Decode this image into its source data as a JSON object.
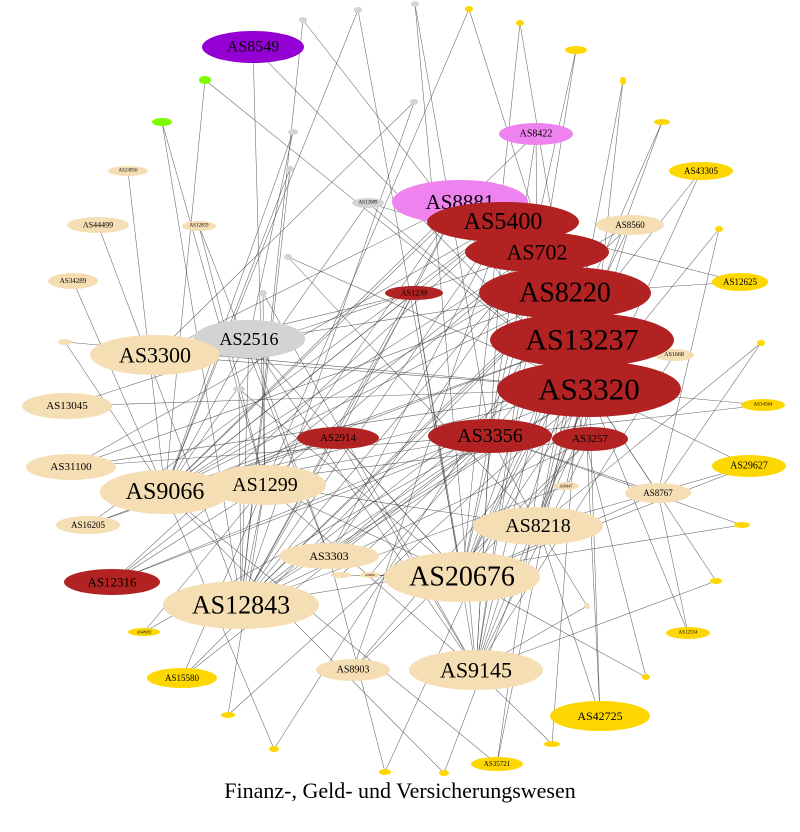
{
  "caption": "Finanz-, Geld- und Versicherungswesen",
  "colors": {
    "red": "#b22222",
    "tan": "#f5deb3",
    "gold": "#ffd700",
    "grey": "#d3d3d3",
    "pink": "#ee82ee",
    "purple": "#9400d3",
    "green": "#7cfc00"
  },
  "nodes": [
    {
      "id": "AS8549",
      "label": "AS8549",
      "color": "purple"
    },
    {
      "id": "AS8422",
      "label": "AS8422",
      "color": "pink"
    },
    {
      "id": "AS8881",
      "label": "AS8881",
      "color": "pink"
    },
    {
      "id": "AS5400",
      "label": "AS5400",
      "color": "red"
    },
    {
      "id": "AS702",
      "label": "AS702",
      "color": "red"
    },
    {
      "id": "AS8220",
      "label": "AS8220",
      "color": "red"
    },
    {
      "id": "AS13237",
      "label": "AS13237",
      "color": "red"
    },
    {
      "id": "AS3320",
      "label": "AS3320",
      "color": "red"
    },
    {
      "id": "AS1239",
      "label": "AS1239",
      "color": "red"
    },
    {
      "id": "AS2914",
      "label": "AS2914",
      "color": "red"
    },
    {
      "id": "AS3356",
      "label": "AS3356",
      "color": "red"
    },
    {
      "id": "AS3257",
      "label": "AS3257",
      "color": "red"
    },
    {
      "id": "AS12316",
      "label": "AS12316",
      "color": "red"
    },
    {
      "id": "AS2516",
      "label": "AS2516",
      "color": "grey"
    },
    {
      "id": "AS12089",
      "label": "AS12089",
      "color": "grey"
    },
    {
      "id": "AS3300",
      "label": "AS3300",
      "color": "tan"
    },
    {
      "id": "AS9066",
      "label": "AS9066",
      "color": "tan"
    },
    {
      "id": "AS1299",
      "label": "AS1299",
      "color": "tan"
    },
    {
      "id": "AS12843",
      "label": "AS12843",
      "color": "tan"
    },
    {
      "id": "AS20676",
      "label": "AS20676",
      "color": "tan"
    },
    {
      "id": "AS9145",
      "label": "AS9145",
      "color": "tan"
    },
    {
      "id": "AS8218",
      "label": "AS8218",
      "color": "tan"
    },
    {
      "id": "AS3303",
      "label": "AS3303",
      "color": "tan"
    },
    {
      "id": "AS8903",
      "label": "AS8903",
      "color": "tan"
    },
    {
      "id": "AS13045",
      "label": "AS13045",
      "color": "tan"
    },
    {
      "id": "AS31100",
      "label": "AS31100",
      "color": "tan"
    },
    {
      "id": "AS16205",
      "label": "AS16205",
      "color": "tan"
    },
    {
      "id": "AS34289",
      "label": "AS34289",
      "color": "tan"
    },
    {
      "id": "AS44499",
      "label": "AS44499",
      "color": "tan"
    },
    {
      "id": "AS24956",
      "label": "AS24956",
      "color": "tan"
    },
    {
      "id": "AS12859",
      "label": "AS12859",
      "color": "tan"
    },
    {
      "id": "AS8560",
      "label": "AS8560",
      "color": "tan"
    },
    {
      "id": "AS1668",
      "label": "AS1668",
      "color": "tan"
    },
    {
      "id": "AS8767",
      "label": "AS8767",
      "color": "tan"
    },
    {
      "id": "AS8447",
      "label": "AS8447",
      "color": "tan"
    },
    {
      "id": "AS6830",
      "label": "AS6830",
      "color": "tan"
    },
    {
      "id": "AS43305",
      "label": "AS43305",
      "color": "gold"
    },
    {
      "id": "AS12625",
      "label": "AS12625",
      "color": "gold"
    },
    {
      "id": "AS29627",
      "label": "AS29627",
      "color": "gold"
    },
    {
      "id": "AS42725",
      "label": "AS42725",
      "color": "gold"
    },
    {
      "id": "AS15580",
      "label": "AS15580",
      "color": "gold"
    },
    {
      "id": "AS35721",
      "label": "AS35721",
      "color": "gold"
    },
    {
      "id": "AS34564",
      "label": "AS34564",
      "color": "gold"
    },
    {
      "id": "AS12554",
      "label": "AS12554",
      "color": "gold"
    },
    {
      "id": "AS48082",
      "label": "AS48082",
      "color": "gold"
    },
    {
      "id": "g1",
      "label": "",
      "color": "gold"
    },
    {
      "id": "g2",
      "label": "",
      "color": "gold"
    },
    {
      "id": "g3",
      "label": "",
      "color": "gold"
    },
    {
      "id": "g4",
      "label": "",
      "color": "gold"
    },
    {
      "id": "g5",
      "label": "",
      "color": "gold"
    },
    {
      "id": "g6",
      "label": "",
      "color": "gold"
    },
    {
      "id": "g7",
      "label": "",
      "color": "gold"
    },
    {
      "id": "g8",
      "label": "",
      "color": "gold"
    },
    {
      "id": "g9",
      "label": "",
      "color": "gold"
    },
    {
      "id": "g10",
      "label": "",
      "color": "gold"
    },
    {
      "id": "g11",
      "label": "",
      "color": "gold"
    },
    {
      "id": "g12",
      "label": "",
      "color": "gold"
    },
    {
      "id": "g13",
      "label": "",
      "color": "gold"
    },
    {
      "id": "g14",
      "label": "",
      "color": "gold"
    },
    {
      "id": "g15",
      "label": "",
      "color": "gold"
    },
    {
      "id": "gr1",
      "label": "",
      "color": "grey"
    },
    {
      "id": "gr2",
      "label": "",
      "color": "grey"
    },
    {
      "id": "gr3",
      "label": "",
      "color": "grey"
    },
    {
      "id": "gr4",
      "label": "",
      "color": "grey"
    },
    {
      "id": "gr5",
      "label": "",
      "color": "grey"
    },
    {
      "id": "gr6",
      "label": "",
      "color": "grey"
    },
    {
      "id": "gr7",
      "label": "",
      "color": "grey"
    },
    {
      "id": "gr8",
      "label": "",
      "color": "grey"
    },
    {
      "id": "gr9",
      "label": "",
      "color": "grey"
    },
    {
      "id": "gn1",
      "label": "",
      "color": "green"
    },
    {
      "id": "gn2",
      "label": "",
      "color": "green"
    },
    {
      "id": "t1",
      "label": "",
      "color": "tan"
    },
    {
      "id": "t2",
      "label": "",
      "color": "tan"
    },
    {
      "id": "t3",
      "label": "",
      "color": "tan"
    }
  ],
  "edges": [
    [
      "AS8549",
      "AS3320"
    ],
    [
      "AS8549",
      "AS1299"
    ],
    [
      "AS8422",
      "AS3356"
    ],
    [
      "AS8422",
      "AS702"
    ],
    [
      "AS8422",
      "AS9066"
    ],
    [
      "AS8881",
      "AS3320"
    ],
    [
      "AS8881",
      "AS1299"
    ],
    [
      "AS8881",
      "AS12843"
    ],
    [
      "AS8881",
      "AS9066"
    ],
    [
      "AS8881",
      "AS3300"
    ],
    [
      "AS8881",
      "AS2914"
    ],
    [
      "AS5400",
      "AS12843"
    ],
    [
      "AS5400",
      "AS9066"
    ],
    [
      "AS5400",
      "AS3303"
    ],
    [
      "AS5400",
      "AS12316"
    ],
    [
      "AS5400",
      "AS16205"
    ],
    [
      "AS5400",
      "AS31100"
    ],
    [
      "AS5400",
      "AS9145"
    ],
    [
      "AS5400",
      "AS8903"
    ],
    [
      "AS702",
      "AS12843"
    ],
    [
      "AS702",
      "AS9066"
    ],
    [
      "AS702",
      "AS1299"
    ],
    [
      "AS702",
      "AS20676"
    ],
    [
      "AS702",
      "AS13045"
    ],
    [
      "AS702",
      "AS3303"
    ],
    [
      "AS702",
      "AS12316"
    ],
    [
      "AS702",
      "AS9145"
    ],
    [
      "AS8220",
      "AS12843"
    ],
    [
      "AS8220",
      "AS9066"
    ],
    [
      "AS8220",
      "AS20676"
    ],
    [
      "AS8220",
      "AS3300"
    ],
    [
      "AS8220",
      "AS31100"
    ],
    [
      "AS8220",
      "AS15580"
    ],
    [
      "AS8220",
      "AS12625"
    ],
    [
      "AS8220",
      "AS9145"
    ],
    [
      "AS13237",
      "AS12843"
    ],
    [
      "AS13237",
      "AS9066"
    ],
    [
      "AS13237",
      "AS20676"
    ],
    [
      "AS13237",
      "AS16205"
    ],
    [
      "AS13237",
      "AS3303"
    ],
    [
      "AS13237",
      "AS9145"
    ],
    [
      "AS13237",
      "AS8218"
    ],
    [
      "AS13237",
      "AS35721"
    ],
    [
      "AS3320",
      "AS12843"
    ],
    [
      "AS3320",
      "AS9066"
    ],
    [
      "AS3320",
      "AS20676"
    ],
    [
      "AS3320",
      "AS9145"
    ],
    [
      "AS3320",
      "AS8218"
    ],
    [
      "AS3320",
      "AS3300"
    ],
    [
      "AS3320",
      "AS13045"
    ],
    [
      "AS3320",
      "AS31100"
    ],
    [
      "AS3320",
      "AS12316"
    ],
    [
      "AS3320",
      "AS3303"
    ],
    [
      "AS3320",
      "AS8903"
    ],
    [
      "AS3320",
      "AS29627"
    ],
    [
      "AS3320",
      "AS42725"
    ],
    [
      "AS3320",
      "AS34564"
    ],
    [
      "AS1239",
      "AS9066"
    ],
    [
      "AS1239",
      "AS12843"
    ],
    [
      "AS1239",
      "AS3300"
    ],
    [
      "AS1239",
      "AS20676"
    ],
    [
      "AS1239",
      "AS9145"
    ],
    [
      "AS2914",
      "AS12843"
    ],
    [
      "AS2914",
      "AS9066"
    ],
    [
      "AS2914",
      "AS20676"
    ],
    [
      "AS2914",
      "AS9145"
    ],
    [
      "AS2914",
      "AS16205"
    ],
    [
      "AS3356",
      "AS12843"
    ],
    [
      "AS3356",
      "AS9066"
    ],
    [
      "AS3356",
      "AS20676"
    ],
    [
      "AS3356",
      "AS9145"
    ],
    [
      "AS3356",
      "AS8218"
    ],
    [
      "AS3356",
      "AS12316"
    ],
    [
      "AS3356",
      "AS3303"
    ],
    [
      "AS3356",
      "AS31100"
    ],
    [
      "AS3257",
      "AS12843"
    ],
    [
      "AS3257",
      "AS20676"
    ],
    [
      "AS3257",
      "AS9145"
    ],
    [
      "AS3257",
      "AS9066"
    ],
    [
      "AS3257",
      "AS8903"
    ],
    [
      "AS1299",
      "AS12843"
    ],
    [
      "AS1299",
      "AS20676"
    ],
    [
      "AS1299",
      "AS9145"
    ],
    [
      "AS1299",
      "AS8218"
    ],
    [
      "AS1299",
      "AS12316"
    ],
    [
      "AS2516",
      "AS12843"
    ],
    [
      "AS2516",
      "AS9066"
    ],
    [
      "AS2516",
      "AS20676"
    ],
    [
      "AS2516",
      "AS3300"
    ],
    [
      "AS2516",
      "AS3303"
    ],
    [
      "AS2516",
      "AS9145"
    ],
    [
      "AS24956",
      "AS9066"
    ],
    [
      "AS44499",
      "AS12843"
    ],
    [
      "AS34289",
      "AS9066"
    ],
    [
      "AS12859",
      "AS1299"
    ],
    [
      "AS12859",
      "AS3303"
    ],
    [
      "AS8560",
      "AS12843"
    ],
    [
      "AS8560",
      "AS20676"
    ],
    [
      "AS8560",
      "AS8218"
    ],
    [
      "AS8560",
      "AS9066"
    ],
    [
      "AS43305",
      "AS3356"
    ],
    [
      "AS43305",
      "AS8218"
    ],
    [
      "AS12625",
      "AS5400"
    ],
    [
      "AS29627",
      "AS8218"
    ],
    [
      "AS29627",
      "AS20676"
    ],
    [
      "AS42725",
      "AS8218"
    ],
    [
      "AS42725",
      "AS13237"
    ],
    [
      "AS15580",
      "AS3356"
    ],
    [
      "AS15580",
      "AS1299"
    ],
    [
      "AS35721",
      "AS8220"
    ],
    [
      "AS35721",
      "AS9066"
    ],
    [
      "AS34564",
      "AS3356"
    ],
    [
      "AS12554",
      "AS3320"
    ],
    [
      "AS12554",
      "AS8767"
    ],
    [
      "AS48082",
      "AS1299"
    ],
    [
      "AS48082",
      "AS3356"
    ],
    [
      "AS12089",
      "AS3320"
    ],
    [
      "AS12089",
      "AS702"
    ],
    [
      "AS12089",
      "AS9066"
    ],
    [
      "AS1668",
      "AS8220"
    ],
    [
      "AS1668",
      "AS9145"
    ],
    [
      "AS8767",
      "AS3320"
    ],
    [
      "AS8767",
      "AS20676"
    ],
    [
      "AS8767",
      "AS3356"
    ],
    [
      "AS8447",
      "AS3320"
    ],
    [
      "AS8447",
      "AS12843"
    ],
    [
      "AS6830",
      "AS3356"
    ],
    [
      "AS6830",
      "AS20676"
    ],
    [
      "g1",
      "AS3320"
    ],
    [
      "g1",
      "AS1299"
    ],
    [
      "g2",
      "AS8220"
    ],
    [
      "g2",
      "AS20676"
    ],
    [
      "g3",
      "AS3356"
    ],
    [
      "g3",
      "AS9145"
    ],
    [
      "g4",
      "AS8218"
    ],
    [
      "g4",
      "AS3320"
    ],
    [
      "g5",
      "AS13237"
    ],
    [
      "g5",
      "AS20676"
    ],
    [
      "g6",
      "AS3320"
    ],
    [
      "g6",
      "AS8767"
    ],
    [
      "g7",
      "AS8218"
    ],
    [
      "g7",
      "AS8767"
    ],
    [
      "g8",
      "AS12843"
    ],
    [
      "g8",
      "AS3356"
    ],
    [
      "g9",
      "AS9145"
    ],
    [
      "g9",
      "AS3320"
    ],
    [
      "g10",
      "AS20676"
    ],
    [
      "g10",
      "AS702"
    ],
    [
      "g11",
      "AS9145"
    ],
    [
      "g11",
      "AS13237"
    ],
    [
      "g12",
      "AS3320"
    ],
    [
      "g12",
      "AS9066"
    ],
    [
      "g13",
      "AS13237"
    ],
    [
      "g13",
      "AS3303"
    ],
    [
      "g14",
      "AS8220"
    ],
    [
      "g14",
      "AS9066"
    ],
    [
      "g15",
      "AS3320"
    ],
    [
      "g15",
      "AS1299"
    ],
    [
      "gr1",
      "AS3320"
    ],
    [
      "gr1",
      "AS12843"
    ],
    [
      "gr2",
      "AS9066"
    ],
    [
      "gr2",
      "AS20676"
    ],
    [
      "gr3",
      "AS9145"
    ],
    [
      "gr3",
      "AS3356"
    ],
    [
      "gr4",
      "AS12843"
    ],
    [
      "gr4",
      "AS3300"
    ],
    [
      "gr5",
      "AS2516"
    ],
    [
      "gr5",
      "AS9066"
    ],
    [
      "gr6",
      "AS12843"
    ],
    [
      "gr6",
      "AS9066"
    ],
    [
      "gr7",
      "AS8218"
    ],
    [
      "gr7",
      "AS3320"
    ],
    [
      "gr8",
      "AS9145"
    ],
    [
      "gr8",
      "AS1299"
    ],
    [
      "gr9",
      "AS20676"
    ],
    [
      "gr9",
      "AS12843"
    ],
    [
      "gn1",
      "AS3320"
    ],
    [
      "gn1",
      "AS9066"
    ],
    [
      "gn2",
      "AS12843"
    ],
    [
      "gn2",
      "AS1299"
    ],
    [
      "t1",
      "AS9066"
    ],
    [
      "t1",
      "AS3320"
    ],
    [
      "t2",
      "AS20676"
    ],
    [
      "t2",
      "AS3356"
    ],
    [
      "t3",
      "AS8218"
    ],
    [
      "t3",
      "AS9145"
    ]
  ]
}
